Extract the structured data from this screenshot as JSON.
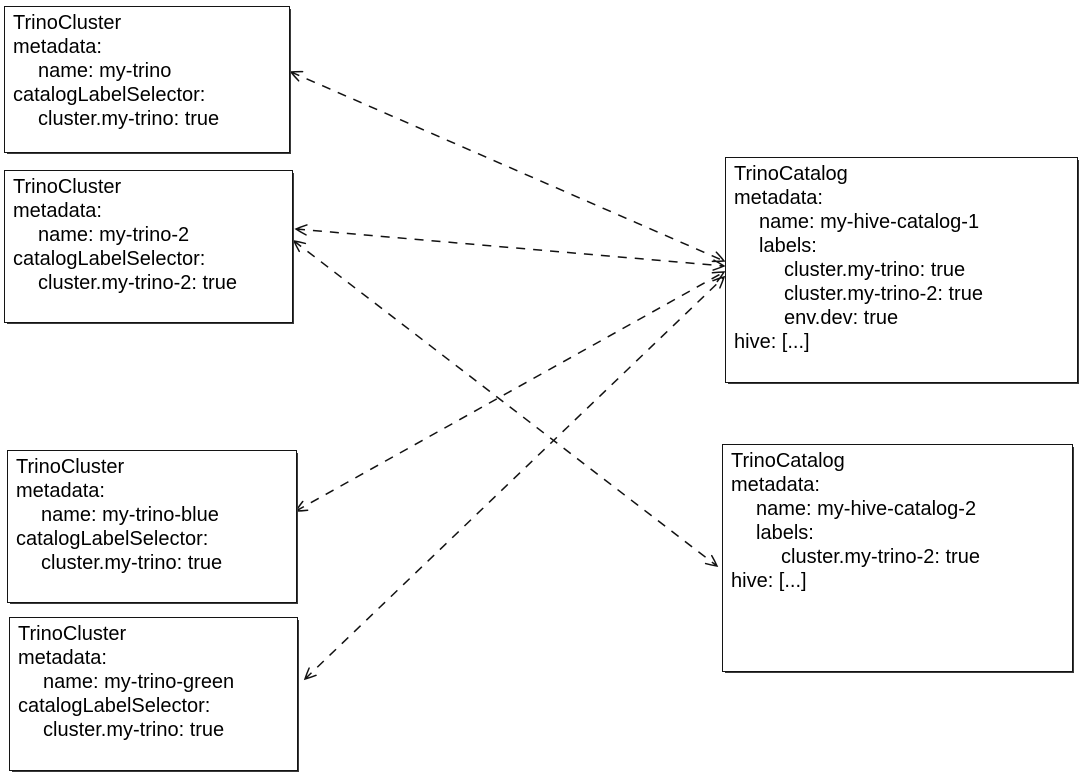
{
  "diagram": {
    "kind": "kubernetes-resource-label-selection",
    "description": "TrinoCluster resources select TrinoCatalog resources via catalogLabelSelector labels"
  },
  "colors": {
    "background": "#ffffff",
    "stroke": "#111111",
    "text": "#000000"
  },
  "boxes": [
    {
      "id": "trinocluster-my-trino",
      "type": "TrinoCluster",
      "lines": [
        {
          "text": "TrinoCluster",
          "indent": 0
        },
        {
          "text": "metadata:",
          "indent": 0
        },
        {
          "text": "name: my-trino",
          "indent": 1
        },
        {
          "text": "catalogLabelSelector:",
          "indent": 0
        },
        {
          "text": "cluster.my-trino: true",
          "indent": 1
        }
      ]
    },
    {
      "id": "trinocluster-my-trino-2",
      "type": "TrinoCluster",
      "lines": [
        {
          "text": "TrinoCluster",
          "indent": 0
        },
        {
          "text": "metadata:",
          "indent": 0
        },
        {
          "text": "name: my-trino-2",
          "indent": 1
        },
        {
          "text": "catalogLabelSelector:",
          "indent": 0
        },
        {
          "text": "cluster.my-trino-2: true",
          "indent": 1
        }
      ]
    },
    {
      "id": "trinocluster-my-trino-blue",
      "type": "TrinoCluster",
      "lines": [
        {
          "text": "TrinoCluster",
          "indent": 0
        },
        {
          "text": "metadata:",
          "indent": 0
        },
        {
          "text": "name: my-trino-blue",
          "indent": 1
        },
        {
          "text": "catalogLabelSelector:",
          "indent": 0
        },
        {
          "text": "cluster.my-trino: true",
          "indent": 1
        }
      ]
    },
    {
      "id": "trinocluster-my-trino-green",
      "type": "TrinoCluster",
      "lines": [
        {
          "text": "TrinoCluster",
          "indent": 0
        },
        {
          "text": "metadata:",
          "indent": 0
        },
        {
          "text": "name: my-trino-green",
          "indent": 1
        },
        {
          "text": "catalogLabelSelector:",
          "indent": 0
        },
        {
          "text": "cluster.my-trino: true",
          "indent": 1
        }
      ]
    },
    {
      "id": "trinocatalog-my-hive-catalog-1",
      "type": "TrinoCatalog",
      "lines": [
        {
          "text": "TrinoCatalog",
          "indent": 0
        },
        {
          "text": "metadata:",
          "indent": 0
        },
        {
          "text": "name: my-hive-catalog-1",
          "indent": 1
        },
        {
          "text": "labels:",
          "indent": 1
        },
        {
          "text": "cluster.my-trino: true",
          "indent": 2
        },
        {
          "text": "cluster.my-trino-2: true",
          "indent": 2
        },
        {
          "text": "env.dev: true",
          "indent": 2
        },
        {
          "text": "hive: [...]",
          "indent": 0
        }
      ]
    },
    {
      "id": "trinocatalog-my-hive-catalog-2",
      "type": "TrinoCatalog",
      "lines": [
        {
          "text": "TrinoCatalog",
          "indent": 0
        },
        {
          "text": "metadata:",
          "indent": 0
        },
        {
          "text": "name: my-hive-catalog-2",
          "indent": 1
        },
        {
          "text": "labels:",
          "indent": 1
        },
        {
          "text": "cluster.my-trino-2: true",
          "indent": 2
        },
        {
          "text": "hive: [...]",
          "indent": 0
        }
      ]
    }
  ],
  "arrows": [
    {
      "from": "trinocluster-my-trino",
      "to": "trinocatalog-my-hive-catalog-1",
      "style": "dashed",
      "heads": "both"
    },
    {
      "from": "trinocluster-my-trino-2",
      "to": "trinocatalog-my-hive-catalog-1",
      "style": "dashed",
      "heads": "both"
    },
    {
      "from": "trinocluster-my-trino-blue",
      "to": "trinocatalog-my-hive-catalog-1",
      "style": "dashed",
      "heads": "both"
    },
    {
      "from": "trinocluster-my-trino-green",
      "to": "trinocatalog-my-hive-catalog-1",
      "style": "dashed",
      "heads": "both"
    },
    {
      "from": "trinocluster-my-trino-2",
      "to": "trinocatalog-my-hive-catalog-2",
      "style": "dashed",
      "heads": "both"
    }
  ]
}
